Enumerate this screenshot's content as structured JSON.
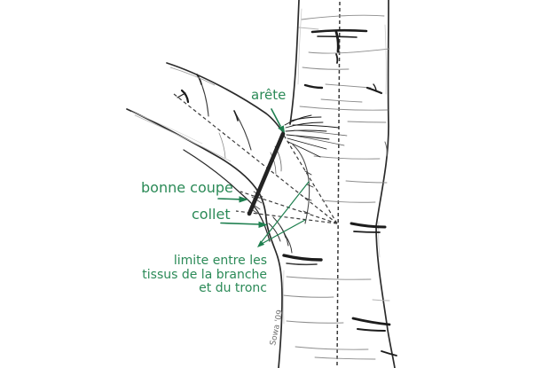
{
  "colors": {
    "background": "#ffffff",
    "sketch_ink": "#2b2b2b",
    "dashed_line": "#3a3a3a",
    "annotation_text_green": "#2b8a57",
    "annotation_line_green": "#1e7f4f",
    "cut_line": "#232323"
  },
  "labels": {
    "arete": "arête",
    "bonne_coupe": "bonne coupe",
    "collet": "collet",
    "limite_lines": [
      "limite entre les",
      "tissus de la branche",
      "et du tronc"
    ]
  },
  "signature": "Sowa '09"
}
